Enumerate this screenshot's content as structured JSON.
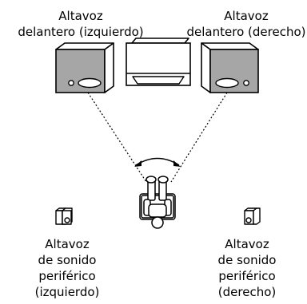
{
  "labels": {
    "front_left": [
      "Altavoz",
      "delantero (izquierdo)"
    ],
    "front_right": [
      "Altavoz",
      "delantero (derecho)"
    ],
    "surround_left": [
      "Altavoz",
      "de sonido",
      "periférico",
      "(izquierdo)"
    ],
    "surround_right": [
      "Altavoz",
      "de sonido",
      "periférico",
      "(derecho)"
    ]
  },
  "colors": {
    "speaker_fill": "#a6a6a6",
    "outline": "#000000",
    "background": "#ffffff"
  }
}
